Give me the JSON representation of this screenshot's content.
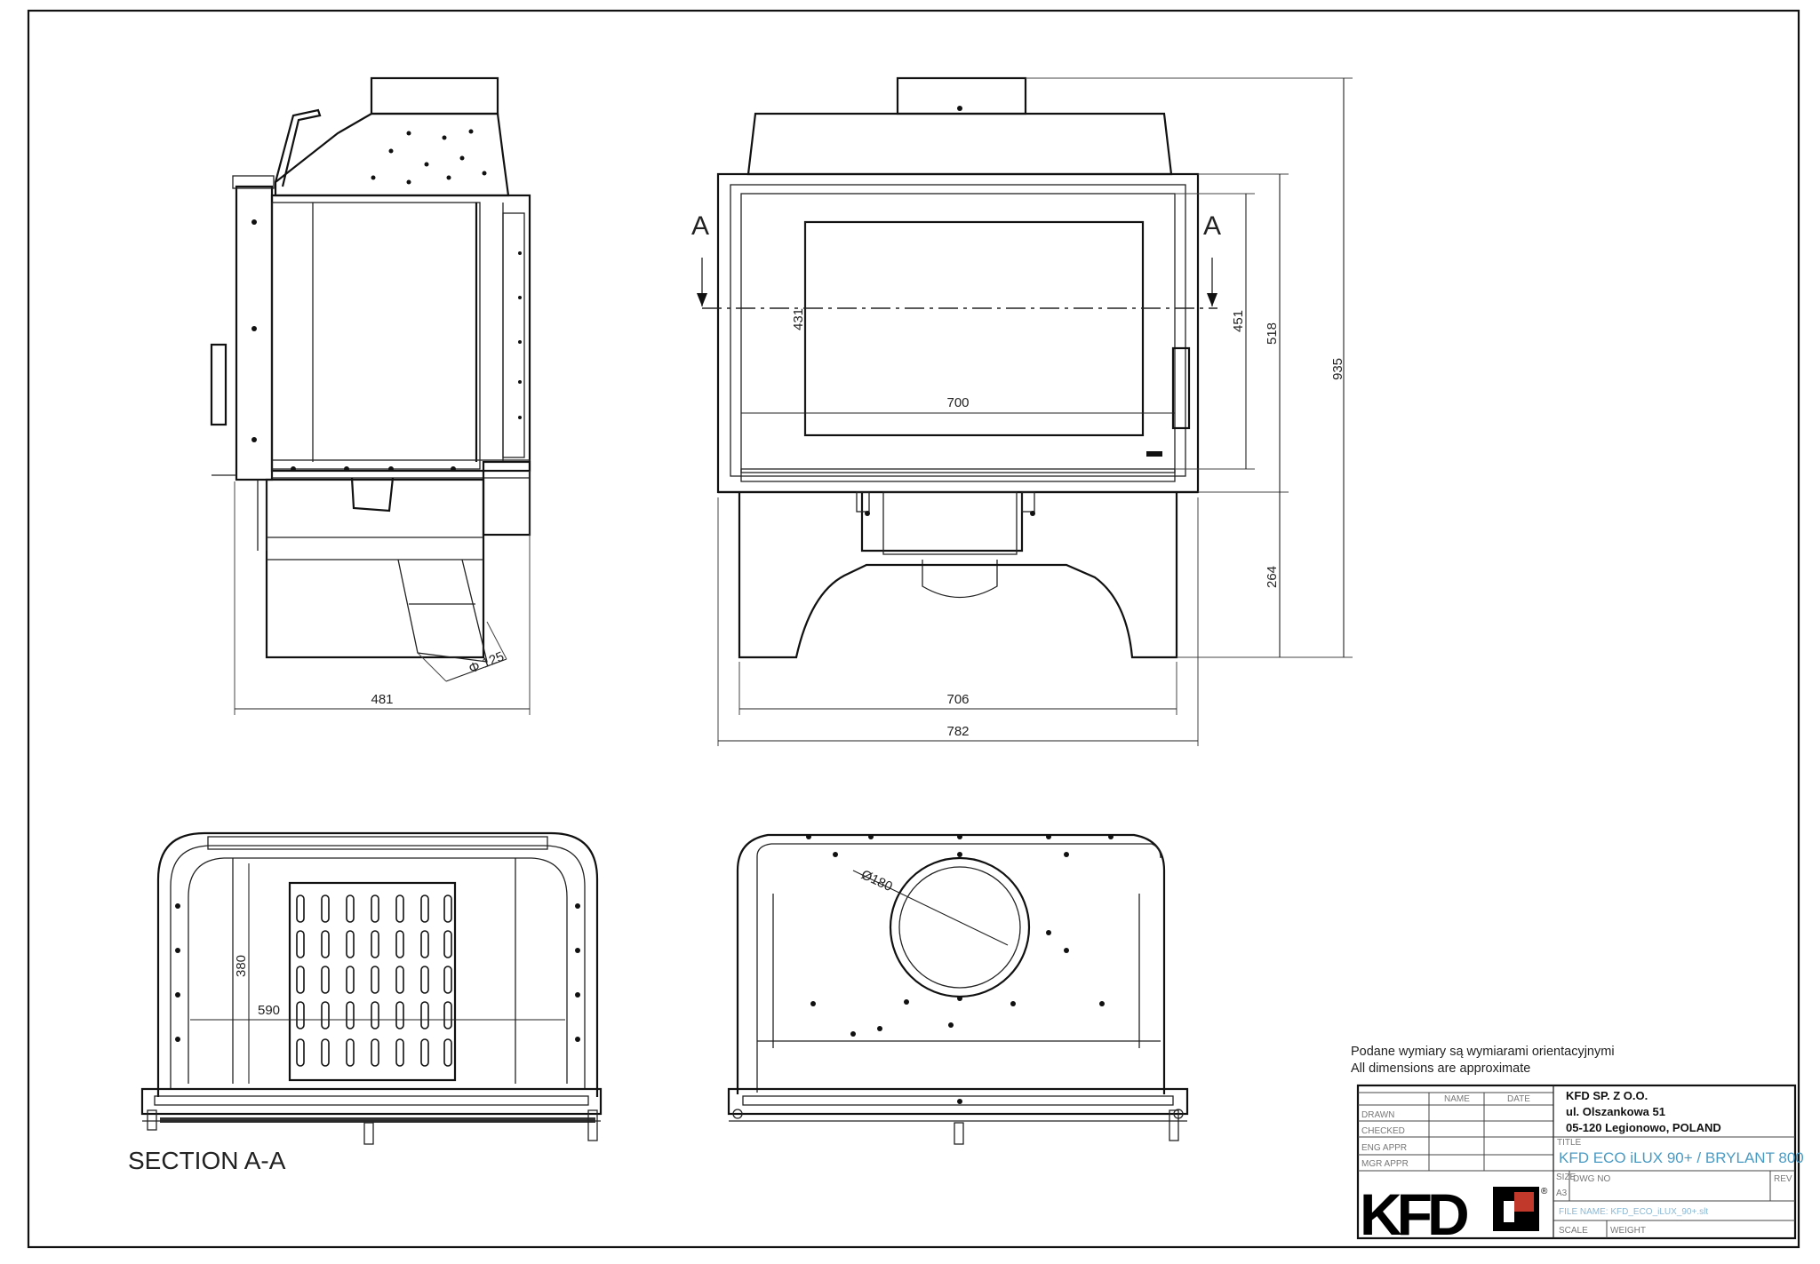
{
  "section_marker": "A",
  "dimensions": {
    "side_width": "481",
    "outlet_diameter": "Φ 125",
    "glass_height": "431",
    "glass_width": "700",
    "door_height": "451",
    "front_height": "518",
    "total_height": "935",
    "base_height": "264",
    "base_width": "706",
    "total_width": "782",
    "section_depth": "380",
    "section_width": "590",
    "flue_diameter": "Ø180"
  },
  "section_label": "SECTION A-A",
  "notes": {
    "polish": "Podane wymiary są wymiarami orientacyjnymi",
    "english": "All dimensions are approximate"
  },
  "title_block": {
    "col_name": "NAME",
    "col_date": "DATE",
    "rows": [
      "DRAWN",
      "CHECKED",
      "ENG APPR",
      "MGR APPR"
    ],
    "company_name": "KFD SP. Z O.O.",
    "company_street": "ul. Olszankowa 51",
    "company_city": "05-120 Legionowo, POLAND",
    "title_tag": "TITLE",
    "product_title": "KFD ECO iLUX 90+ / BRYLANT 800",
    "size_label": "SIZE",
    "size_value": "A3",
    "dwg_label": "DWG NO",
    "rev_label": "REV",
    "file_name": "FILE NAME: KFD_ECO_iLUX_90+.slt",
    "scale_label": "SCALE",
    "weight_label": "WEIGHT",
    "logo_text": "KFD",
    "registered": "®"
  }
}
